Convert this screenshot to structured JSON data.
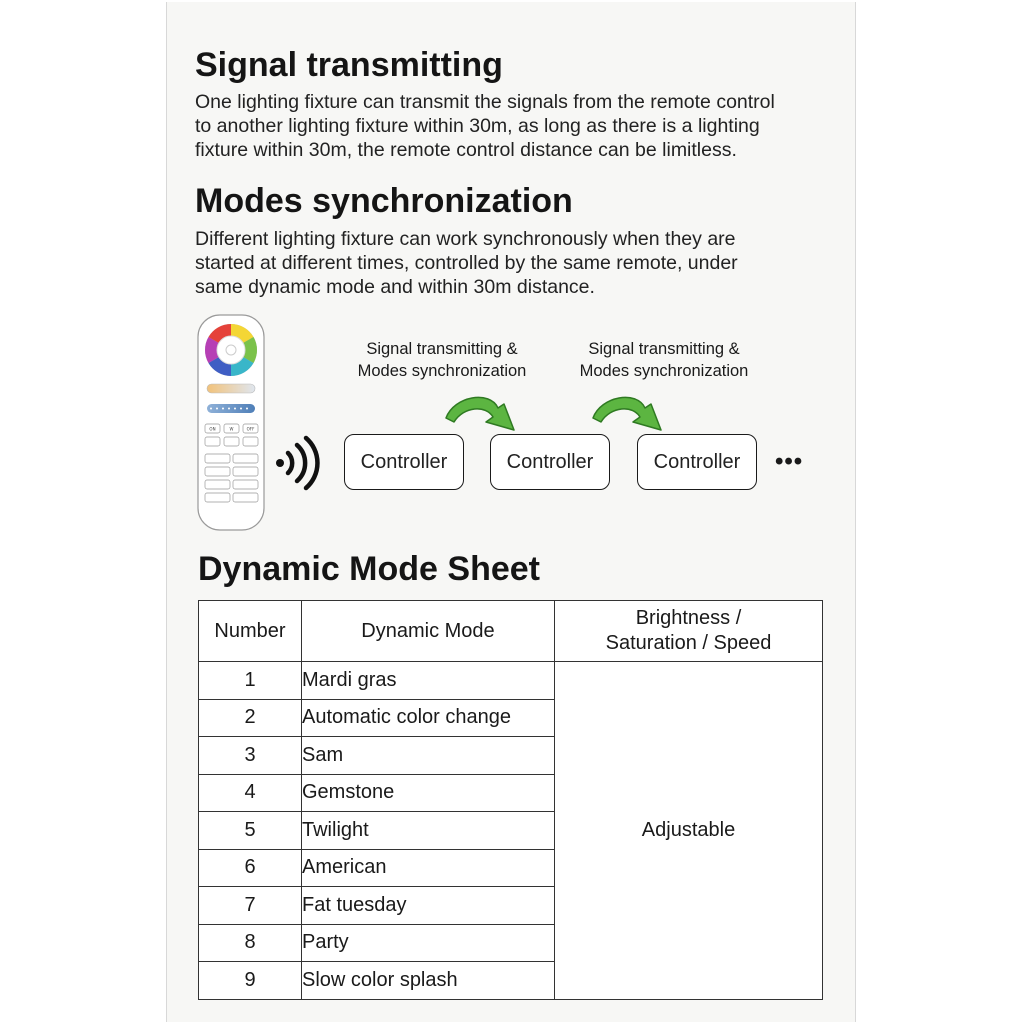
{
  "sections": {
    "signal": {
      "title": "Signal transmitting",
      "lines": [
        "One lighting fixture can transmit the signals from the remote control",
        "to another lighting fixture within 30m, as long as there is a lighting",
        "fixture within 30m, the remote control distance can be limitless."
      ]
    },
    "modes": {
      "title": "Modes synchronization",
      "lines": [
        "Different lighting fixture can work synchronously when they are",
        "started at different times, controlled by the same remote, under",
        "same dynamic mode and within 30m distance."
      ]
    }
  },
  "diagram": {
    "arrow_label_line1": "Signal transmitting &",
    "arrow_label_line2": "Modes synchronization",
    "controller_label": "Controller",
    "ellipsis": "•••",
    "remote_buttons": {
      "on": "ON",
      "w": "W",
      "off": "OFF"
    },
    "arrow_color": "#5cb541",
    "icons": [
      "remote-control-icon",
      "wireless-signal-icon",
      "curved-arrow-icon"
    ]
  },
  "sheet": {
    "title": "Dynamic Mode Sheet",
    "headers": {
      "number": "Number",
      "mode": "Dynamic Mode",
      "adjust_line1": "Brightness /",
      "adjust_line2": "Saturation / Speed"
    },
    "rows": [
      {
        "number": "1",
        "mode": "Mardi gras"
      },
      {
        "number": "2",
        "mode": "Automatic color change"
      },
      {
        "number": "3",
        "mode": "Sam"
      },
      {
        "number": "4",
        "mode": "Gemstone"
      },
      {
        "number": "5",
        "mode": "Twilight"
      },
      {
        "number": "6",
        "mode": "American"
      },
      {
        "number": "7",
        "mode": "Fat tuesday"
      },
      {
        "number": "8",
        "mode": "Party"
      },
      {
        "number": "9",
        "mode": "Slow color splash"
      }
    ],
    "adjust_value": "Adjustable"
  }
}
